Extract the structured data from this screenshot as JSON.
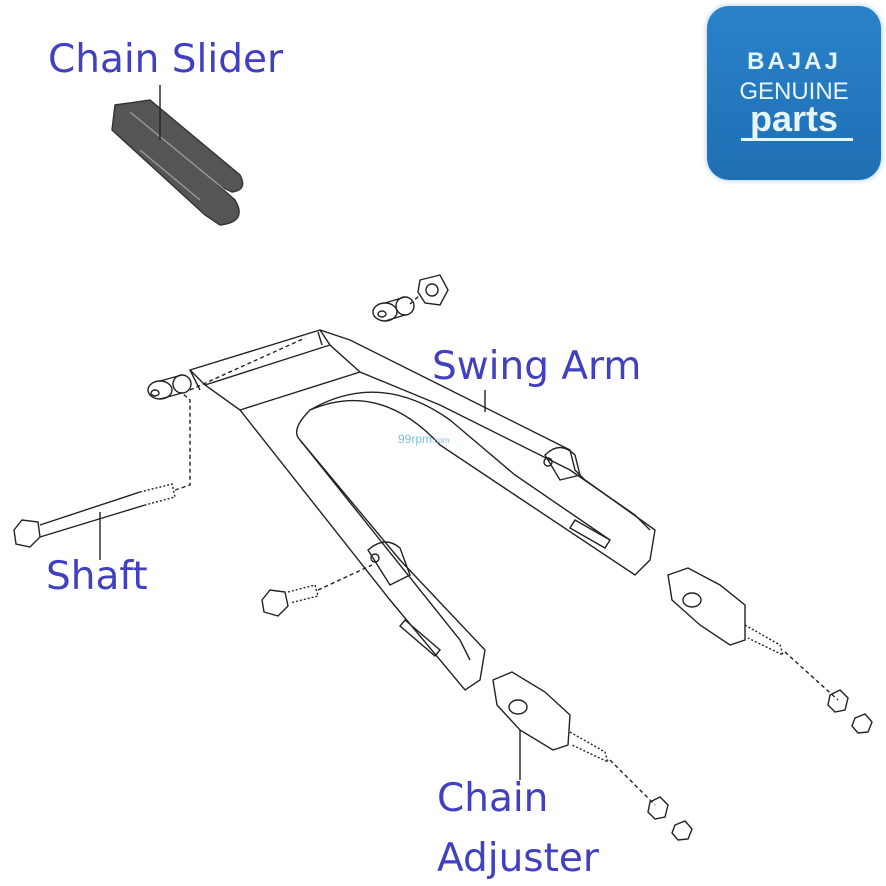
{
  "labels": {
    "chain_slider": "Chain Slider",
    "swing_arm": "Swing Arm",
    "shaft": "Shaft",
    "chain_adjuster_line1": "Chain",
    "chain_adjuster_line2": "Adjuster"
  },
  "logo": {
    "brand": "BAJAJ",
    "line2": "GENUINE",
    "line3": "parts"
  },
  "watermark": {
    "main": "99rpm",
    "suffix": ".com"
  },
  "colors": {
    "label": "#4040c0",
    "logo_bg": "#1f6fb4"
  }
}
